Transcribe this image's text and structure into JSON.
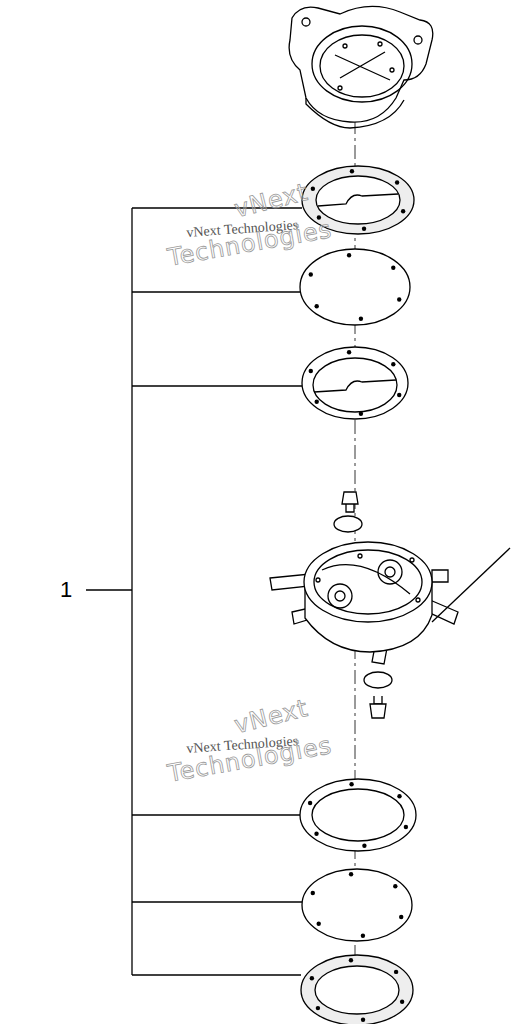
{
  "diagram": {
    "labels": [
      "vNext",
      "vNext Technologies",
      "Technologies",
      "1",
      "vNext",
      "vNext Technologies",
      "Technologies"
    ]
  }
}
